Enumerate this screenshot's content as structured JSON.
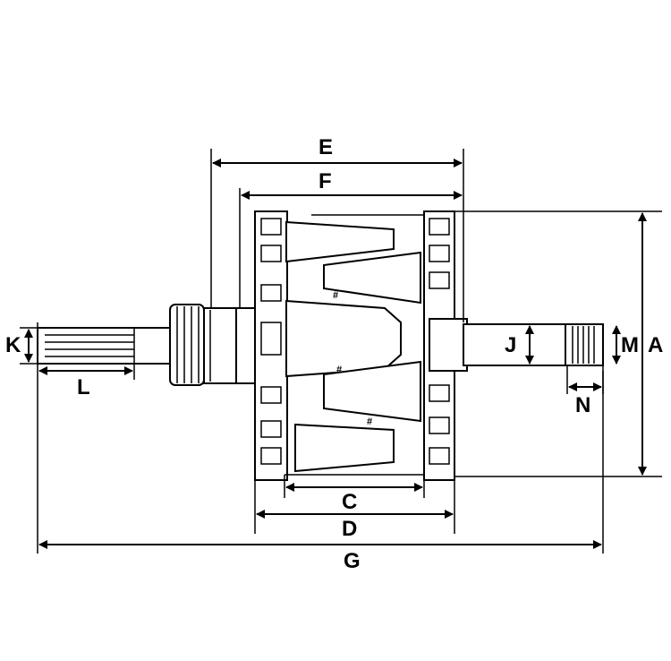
{
  "diagram": {
    "labels": {
      "A": "A",
      "C": "C",
      "D": "D",
      "E": "E",
      "F": "F",
      "G": "G",
      "J": "J",
      "K": "K",
      "L": "L",
      "M": "M",
      "N": "N"
    },
    "marks": [
      "#",
      "#",
      "#"
    ]
  }
}
